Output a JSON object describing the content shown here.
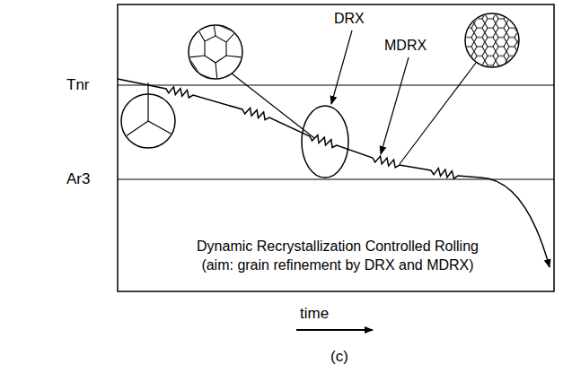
{
  "diagram": {
    "caption": "(c)",
    "labels": [
      "Tnr",
      "Ar3",
      "DRX",
      "MDRX",
      "Dynamic Recrystallization Controlled Rolling",
      "(aim: grain refinement by DRX and MDRX)",
      "time"
    ]
  }
}
